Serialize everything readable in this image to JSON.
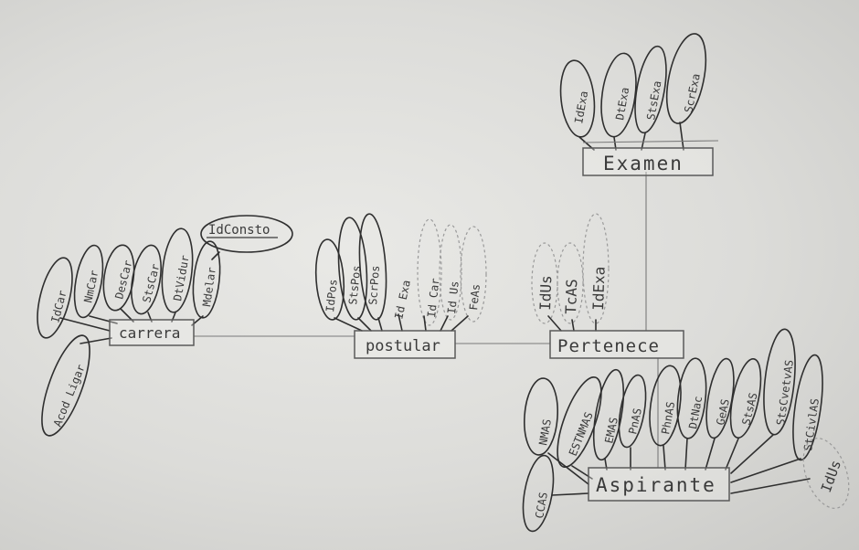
{
  "entities": {
    "examen": {
      "name": "Examen",
      "attributes": [
        "IdExa",
        "DtExa",
        "StsExa",
        "ScrExa"
      ]
    },
    "carrera": {
      "name": "carrera",
      "attributes": [
        "IdCar",
        "NmCar",
        "DesCar",
        "StsCar",
        "DtVidur",
        "Mdelar",
        "IdConsto",
        "Acod Ligar"
      ]
    },
    "aspirante": {
      "name": "Aspirante",
      "attributes": [
        "CCAS",
        "NMAS",
        "ESTNMAS",
        "EMAS",
        "PnAS",
        "PhnAS",
        "DtNac",
        "GeAS",
        "StsAS",
        "StsCvetvAS",
        "StCivlAS",
        "IdUs"
      ]
    }
  },
  "relationships": {
    "postular": {
      "name": "postular",
      "attributes": [
        "IdPos",
        "StsPos",
        "ScrPos",
        "Id Exa",
        "Id Car",
        "Id Us",
        "FeAs"
      ]
    },
    "pertenece": {
      "name": "Pertenece",
      "attributes": [
        "IdUs",
        "TcAS",
        "IdExa"
      ]
    }
  }
}
